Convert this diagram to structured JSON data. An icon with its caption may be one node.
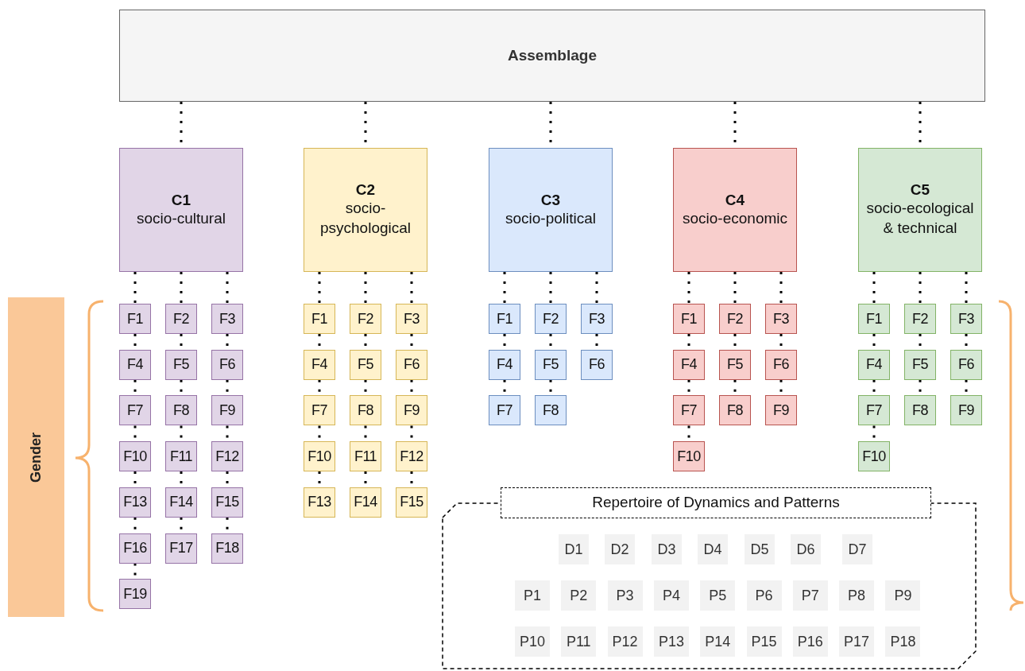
{
  "diagram": {
    "nodes": [
      {
        "text": [
          "Assemblage"
        ]
      },
      {
        "text": [
          "C1",
          "socio-cultural"
        ]
      },
      {
        "text": [
          "C2",
          "socio-psychological"
        ]
      },
      {
        "text": [
          "C3",
          "socio-political"
        ]
      },
      {
        "text": [
          "C4",
          "socio-economic"
        ]
      },
      {
        "text": [
          "C5",
          "socio-ecological & technical"
        ]
      },
      {
        "text": [
          "F1"
        ]
      },
      {
        "text": [
          "F2"
        ]
      },
      {
        "text": [
          "F3"
        ]
      },
      {
        "text": [
          "F4"
        ]
      },
      {
        "text": [
          "F5"
        ]
      },
      {
        "text": [
          "F6"
        ]
      },
      {
        "text": [
          "F7"
        ]
      },
      {
        "text": [
          "F8"
        ]
      },
      {
        "text": [
          "F9"
        ]
      },
      {
        "text": [
          "F10"
        ]
      },
      {
        "text": [
          "F11"
        ]
      },
      {
        "text": [
          "F12"
        ]
      },
      {
        "text": [
          "F13"
        ]
      },
      {
        "text": [
          "F14"
        ]
      },
      {
        "text": [
          "F15"
        ]
      },
      {
        "text": [
          "F16"
        ]
      },
      {
        "text": [
          "F17"
        ]
      },
      {
        "text": [
          "F18"
        ]
      },
      {
        "text": [
          "F19"
        ]
      },
      {
        "text": [
          "F1"
        ]
      },
      {
        "text": [
          "F2"
        ]
      },
      {
        "text": [
          "F3"
        ]
      },
      {
        "text": [
          "F4"
        ]
      },
      {
        "text": [
          "F5"
        ]
      },
      {
        "text": [
          "F6"
        ]
      },
      {
        "text": [
          "F7"
        ]
      },
      {
        "text": [
          "F8"
        ]
      },
      {
        "text": [
          "F9"
        ]
      },
      {
        "text": [
          "F10"
        ]
      },
      {
        "text": [
          "F11"
        ]
      },
      {
        "text": [
          "F12"
        ]
      },
      {
        "text": [
          "F13"
        ]
      },
      {
        "text": [
          "F14"
        ]
      },
      {
        "text": [
          "F15"
        ]
      },
      {
        "text": [
          "F1"
        ]
      },
      {
        "text": [
          "F2"
        ]
      },
      {
        "text": [
          "F3"
        ]
      },
      {
        "text": [
          "F4"
        ]
      },
      {
        "text": [
          "F5"
        ]
      },
      {
        "text": [
          "F6"
        ]
      },
      {
        "text": [
          "F7"
        ]
      },
      {
        "text": [
          "F8"
        ]
      },
      {
        "text": [
          "F1"
        ]
      },
      {
        "text": [
          "F2"
        ]
      },
      {
        "text": [
          "F3"
        ]
      },
      {
        "text": [
          "F4"
        ]
      },
      {
        "text": [
          "F5"
        ]
      },
      {
        "text": [
          "F6"
        ]
      },
      {
        "text": [
          "F7"
        ]
      },
      {
        "text": [
          "F8"
        ]
      },
      {
        "text": [
          "F9"
        ]
      },
      {
        "text": [
          "F10"
        ]
      },
      {
        "text": [
          "F1"
        ]
      },
      {
        "text": [
          "F2"
        ]
      },
      {
        "text": [
          "F3"
        ]
      },
      {
        "text": [
          "F4"
        ]
      },
      {
        "text": [
          "F5"
        ]
      },
      {
        "text": [
          "F6"
        ]
      },
      {
        "text": [
          "F7"
        ]
      },
      {
        "text": [
          "F8"
        ]
      },
      {
        "text": [
          "F9"
        ]
      },
      {
        "text": [
          "F10"
        ]
      },
      {
        "text": [
          "Gender"
        ]
      },
      {
        "text": [
          "Repertoire of Dynamics and Patterns"
        ]
      },
      {
        "text": [
          "D1"
        ],
        "in": 69
      },
      {
        "text": [
          "D2"
        ],
        "in": 69
      },
      {
        "text": [
          "D3"
        ],
        "in": 69
      },
      {
        "text": [
          "D4"
        ],
        "in": 69
      },
      {
        "text": [
          "D5"
        ],
        "in": 69
      },
      {
        "text": [
          "D6"
        ],
        "in": 69
      },
      {
        "text": [
          "D7"
        ],
        "in": 69
      },
      {
        "text": [
          "P1"
        ],
        "in": 69
      },
      {
        "text": [
          "P2"
        ],
        "in": 69
      },
      {
        "text": [
          "P3"
        ],
        "in": 69
      },
      {
        "text": [
          "P4"
        ],
        "in": 69
      },
      {
        "text": [
          "P5"
        ],
        "in": 69
      },
      {
        "text": [
          "P6"
        ],
        "in": 69
      },
      {
        "text": [
          "P7"
        ],
        "in": 69
      },
      {
        "text": [
          "P8"
        ],
        "in": 69
      },
      {
        "text": [
          "P9"
        ],
        "in": 69
      },
      {
        "text": [
          "P10"
        ],
        "in": 69
      },
      {
        "text": [
          "P11"
        ],
        "in": 69
      },
      {
        "text": [
          "P12"
        ],
        "in": 69
      },
      {
        "text": [
          "P13"
        ],
        "in": 69
      },
      {
        "text": [
          "P14"
        ],
        "in": 69
      },
      {
        "text": [
          "P15"
        ],
        "in": 69
      },
      {
        "text": [
          "P16"
        ],
        "in": 69
      },
      {
        "text": [
          "P17"
        ],
        "in": 69
      },
      {
        "text": [
          "P18"
        ],
        "in": 69
      }
    ],
    "edges": [
      {
        "from": 0,
        "to": 1,
        "arrow": "none"
      },
      {
        "from": 0,
        "to": 2,
        "arrow": "none"
      },
      {
        "from": 0,
        "to": 3,
        "arrow": "none"
      },
      {
        "from": 0,
        "to": 4,
        "arrow": "none"
      },
      {
        "from": 0,
        "to": 5,
        "arrow": "none"
      },
      {
        "from": 1,
        "to": 6,
        "arrow": "none"
      },
      {
        "from": 1,
        "to": 7,
        "arrow": "none"
      },
      {
        "from": 1,
        "to": 8,
        "arrow": "none"
      },
      {
        "from": 6,
        "to": 9,
        "arrow": "none"
      },
      {
        "from": 7,
        "to": 10,
        "arrow": "none"
      },
      {
        "from": 8,
        "to": 11,
        "arrow": "none"
      },
      {
        "from": 9,
        "to": 12,
        "arrow": "none"
      },
      {
        "from": 10,
        "to": 13,
        "arrow": "none"
      },
      {
        "from": 11,
        "to": 14,
        "arrow": "none"
      },
      {
        "from": 12,
        "to": 15,
        "arrow": "none"
      },
      {
        "from": 13,
        "to": 16,
        "arrow": "none"
      },
      {
        "from": 14,
        "to": 17,
        "arrow": "none"
      },
      {
        "from": 15,
        "to": 18,
        "arrow": "none"
      },
      {
        "from": 16,
        "to": 19,
        "arrow": "none"
      },
      {
        "from": 17,
        "to": 20,
        "arrow": "none"
      },
      {
        "from": 18,
        "to": 21,
        "arrow": "none"
      },
      {
        "from": 19,
        "to": 22,
        "arrow": "none"
      },
      {
        "from": 20,
        "to": 23,
        "arrow": "none"
      },
      {
        "from": 21,
        "to": 24,
        "arrow": "none"
      },
      {
        "from": 2,
        "to": 25,
        "arrow": "none"
      },
      {
        "from": 2,
        "to": 26,
        "arrow": "none"
      },
      {
        "from": 2,
        "to": 27,
        "arrow": "none"
      },
      {
        "from": 25,
        "to": 28,
        "arrow": "none"
      },
      {
        "from": 26,
        "to": 29,
        "arrow": "none"
      },
      {
        "from": 27,
        "to": 30,
        "arrow": "none"
      },
      {
        "from": 28,
        "to": 31,
        "arrow": "none"
      },
      {
        "from": 29,
        "to": 32,
        "arrow": "none"
      },
      {
        "from": 30,
        "to": 33,
        "arrow": "none"
      },
      {
        "from": 31,
        "to": 34,
        "arrow": "none"
      },
      {
        "from": 32,
        "to": 35,
        "arrow": "none"
      },
      {
        "from": 33,
        "to": 36,
        "arrow": "none"
      },
      {
        "from": 34,
        "to": 37,
        "arrow": "none"
      },
      {
        "from": 35,
        "to": 38,
        "arrow": "none"
      },
      {
        "from": 36,
        "to": 39,
        "arrow": "none"
      },
      {
        "from": 3,
        "to": 40,
        "arrow": "none"
      },
      {
        "from": 3,
        "to": 41,
        "arrow": "none"
      },
      {
        "from": 3,
        "to": 42,
        "arrow": "none"
      },
      {
        "from": 40,
        "to": 43,
        "arrow": "none"
      },
      {
        "from": 41,
        "to": 44,
        "arrow": "none"
      },
      {
        "from": 42,
        "to": 45,
        "arrow": "none"
      },
      {
        "from": 43,
        "to": 46,
        "arrow": "none"
      },
      {
        "from": 44,
        "to": 47,
        "arrow": "none"
      },
      {
        "from": 4,
        "to": 48,
        "arrow": "none"
      },
      {
        "from": 4,
        "to": 49,
        "arrow": "none"
      },
      {
        "from": 4,
        "to": 50,
        "arrow": "none"
      },
      {
        "from": 48,
        "to": 51,
        "arrow": "none"
      },
      {
        "from": 49,
        "to": 52,
        "arrow": "none"
      },
      {
        "from": 50,
        "to": 53,
        "arrow": "none"
      },
      {
        "from": 51,
        "to": 54,
        "arrow": "none"
      },
      {
        "from": 52,
        "to": 55,
        "arrow": "none"
      },
      {
        "from": 53,
        "to": 56,
        "arrow": "none"
      },
      {
        "from": 54,
        "to": 57,
        "arrow": "none"
      },
      {
        "from": 5,
        "to": 58,
        "arrow": "none"
      },
      {
        "from": 5,
        "to": 59,
        "arrow": "none"
      },
      {
        "from": 5,
        "to": 60,
        "arrow": "none"
      },
      {
        "from": 58,
        "to": 61,
        "arrow": "none"
      },
      {
        "from": 59,
        "to": 62,
        "arrow": "none"
      },
      {
        "from": 60,
        "to": 63,
        "arrow": "none"
      },
      {
        "from": 61,
        "to": 64,
        "arrow": "none"
      },
      {
        "from": 62,
        "to": 65,
        "arrow": "none"
      },
      {
        "from": 63,
        "to": 66,
        "arrow": "none"
      },
      {
        "from": 64,
        "to": 67,
        "arrow": "none"
      }
    ]
  }
}
